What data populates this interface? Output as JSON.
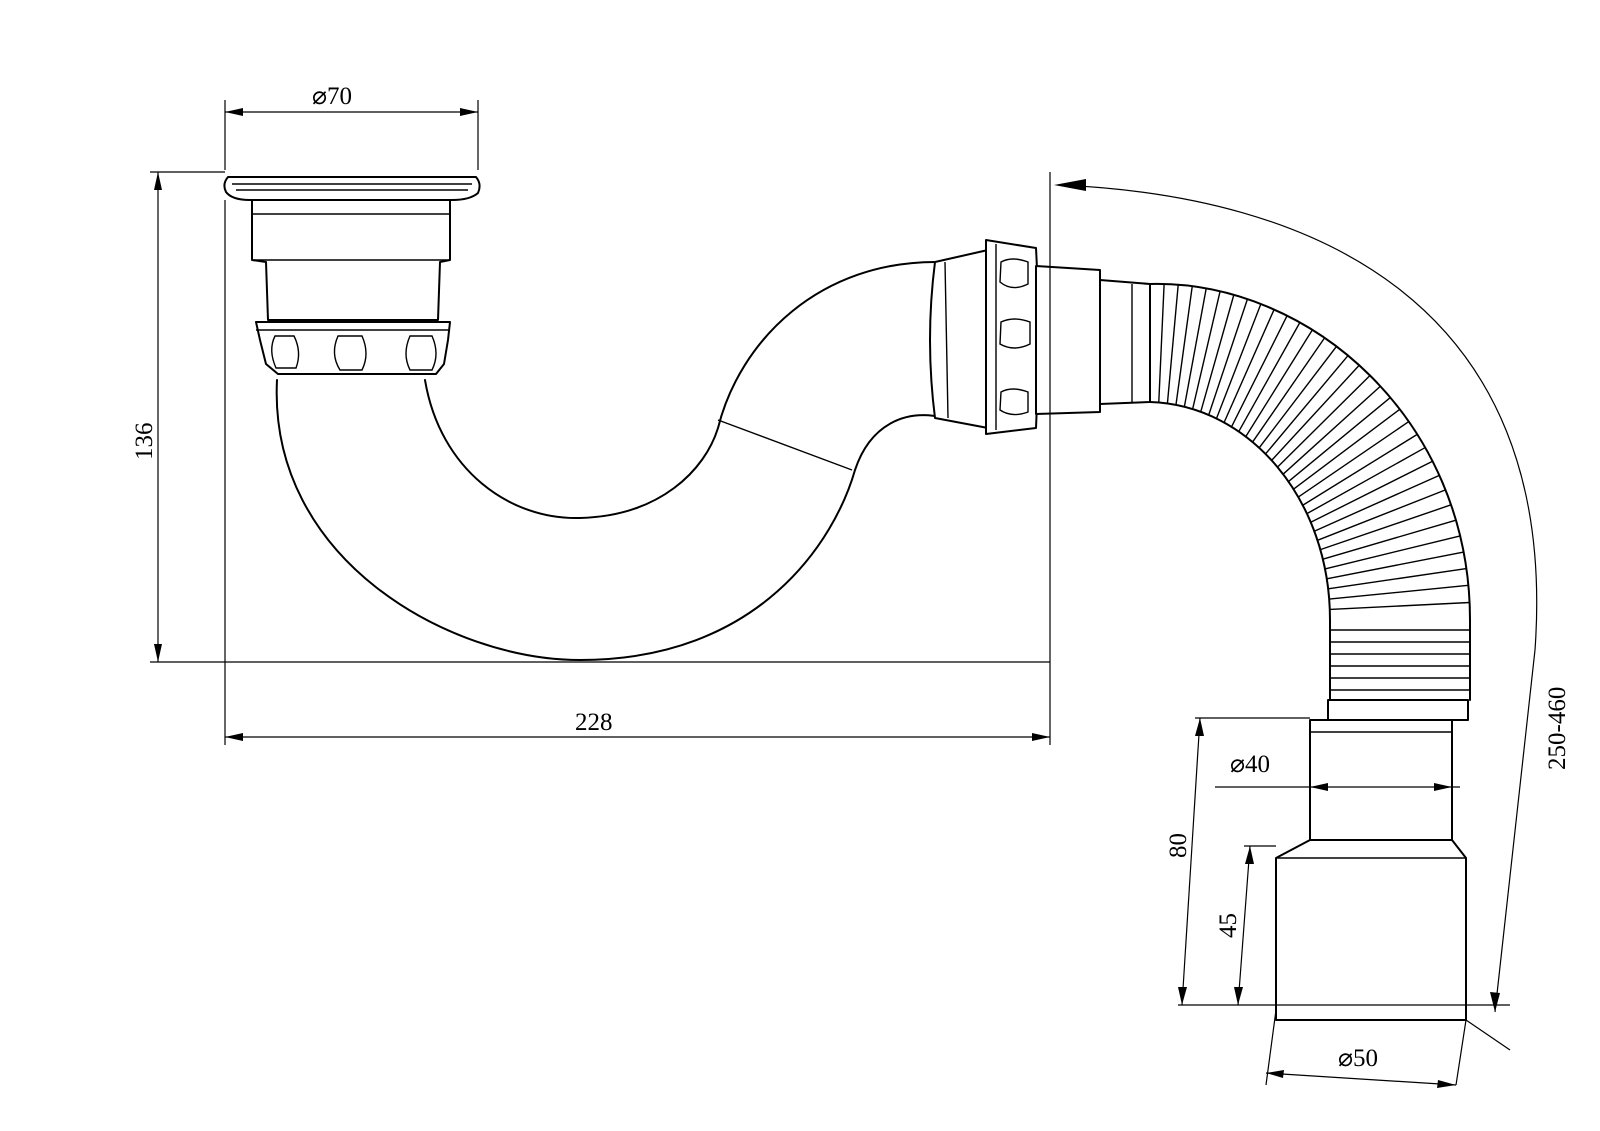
{
  "drawing": {
    "dimensions": {
      "trap_outlet_diameter": "⌀70",
      "trap_height": "136",
      "trap_length": "228",
      "hose_length": "250-460",
      "connector_inner_diameter": "⌀40",
      "connector_length": "80",
      "socket_depth": "45",
      "socket_diameter": "⌀50"
    }
  }
}
